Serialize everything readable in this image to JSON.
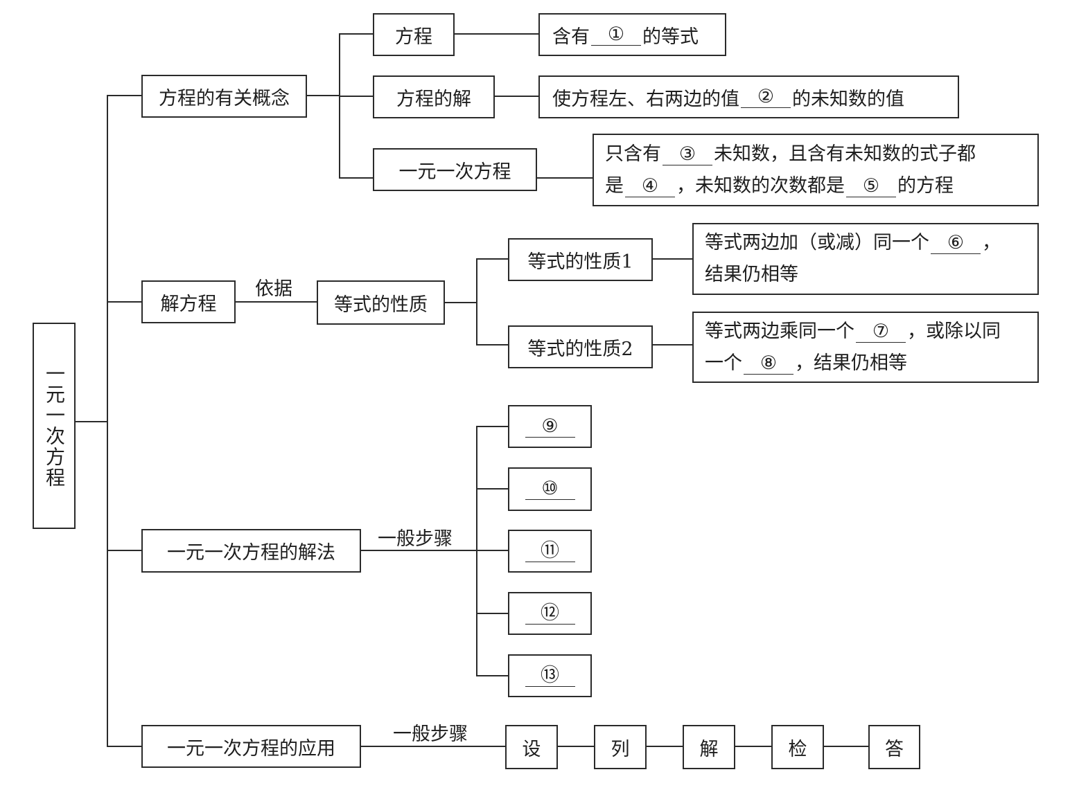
{
  "root": "一元一次方程",
  "concepts": {
    "title": "方程的有关概念",
    "equation": {
      "label": "方程",
      "before": "含有",
      "blank": "①",
      "after": "的等式"
    },
    "solution": {
      "label": "方程的解",
      "before": "使方程左、右两边的值",
      "blank": "②",
      "after": "的未知数的值"
    },
    "linear": {
      "label": "一元一次方程",
      "line1_before": "只含有",
      "blank3": "③",
      "line1_after": "未知数，且含有未知数的式子都",
      "line2_before": "是",
      "blank4": "④",
      "line2_mid": "，未知数的次数都是",
      "blank5": "⑤",
      "line2_after": "的方程"
    }
  },
  "solving": {
    "title": "解方程",
    "basis_label": "依据",
    "property_title": "等式的性质",
    "property1": {
      "label": "等式的性质1",
      "line1_before": "等式两边加（或减）同一个",
      "blank": "⑥",
      "line1_after": "，",
      "line2": "结果仍相等"
    },
    "property2": {
      "label": "等式的性质2",
      "line1_before": "等式两边乘同一个",
      "blank7": "⑦",
      "line1_after": "，或除以同",
      "line2_before": "一个",
      "blank8": "⑧",
      "line2_after": "，结果仍相等"
    }
  },
  "method": {
    "title": "一元一次方程的解法",
    "steps_label": "一般步骤",
    "steps": [
      "⑨",
      "⑩",
      "⑪",
      "⑫",
      "⑬"
    ]
  },
  "application": {
    "title": "一元一次方程的应用",
    "steps_label": "一般步骤",
    "steps": [
      "设",
      "列",
      "解",
      "检",
      "答"
    ]
  }
}
